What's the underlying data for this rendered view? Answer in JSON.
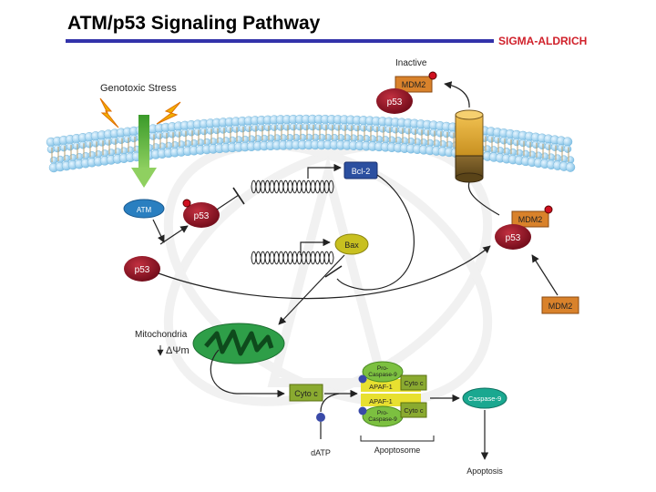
{
  "header": {
    "title": "ATM/p53 Signaling Pathway",
    "brand": "SIGMA-ALDRICH"
  },
  "diagram": {
    "genotoxic_stress": "Genotoxic Stress",
    "inactive": "Inactive",
    "mitochondria": "Mitochondria",
    "delta_psi": "ΔΨm",
    "apoptosome": "Apoptosome",
    "apoptosis": "Apoptosis",
    "datp": "dATP",
    "nodes": {
      "atm": "ATM",
      "p53_phos": "p53",
      "p53_lower": "p53",
      "p53_inactive": "p53",
      "p53_right": "p53",
      "mdm2_inactive": "MDM2",
      "mdm2_bound": "MDM2",
      "mdm2_free": "MDM2",
      "bcl2": "Bcl-2",
      "bax": "Bax",
      "cyto_c": "Cyto c",
      "caspase9": "Caspase-9"
    },
    "apoptosome_parts": {
      "pro_caspase_top": [
        "Pro-",
        "Caspase-9"
      ],
      "cyto_top": "Cyto c",
      "apaf_top": "APAF-1",
      "apaf_bottom": "APAF-1",
      "pro_caspase_bottom": [
        "Pro-",
        "Caspase-9"
      ],
      "cyto_bottom": "Cyto c"
    },
    "colors": {
      "p53": "#8b1020",
      "atm": "#2a7fc0",
      "mdm2": "#d9822b",
      "bcl2": "#2b4fa0",
      "bax": "#c8c020",
      "cyto_c": "#8aaa30",
      "caspase9": "#1aa890",
      "mitochondria": "#2e9e48",
      "membrane": "#9fd3ef",
      "title_rule": "#3333aa",
      "brand": "#d0202a"
    }
  }
}
